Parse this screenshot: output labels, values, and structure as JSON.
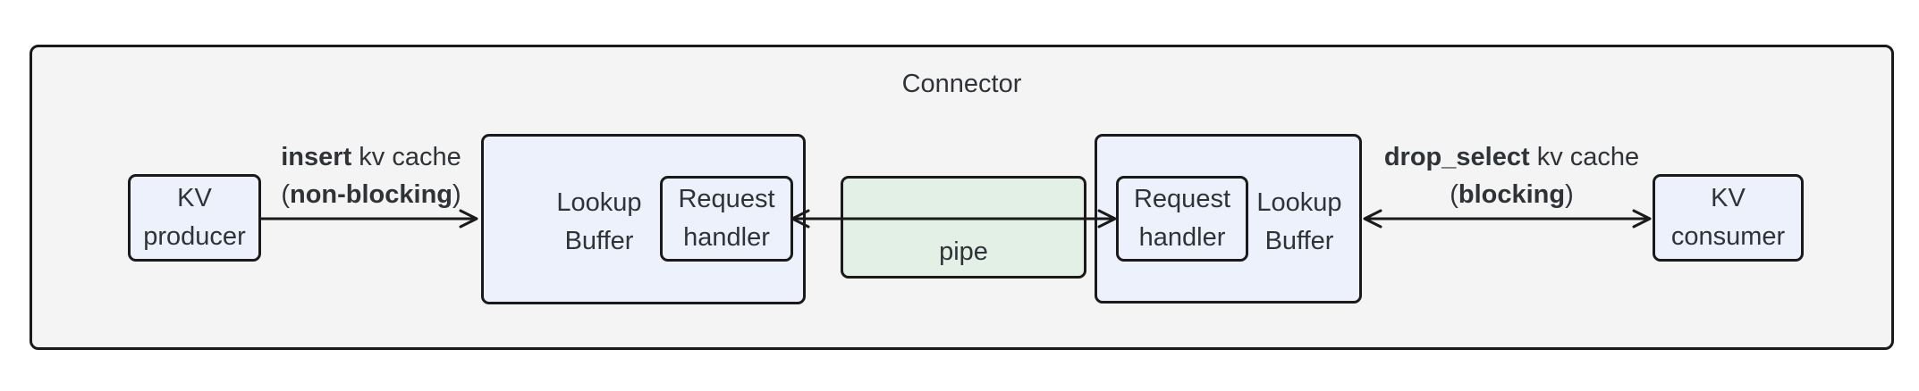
{
  "title": "Connector",
  "nodes": {
    "kv_producer": {
      "line1": "KV",
      "line2": "producer"
    },
    "lookup_buffer_left": {
      "line1": "Lookup",
      "line2": "Buffer"
    },
    "request_handler_left": {
      "line1": "Request",
      "line2": "handler"
    },
    "pipe": {
      "label": "pipe"
    },
    "request_handler_right": {
      "line1": "Request",
      "line2": "handler"
    },
    "lookup_buffer_right": {
      "line1": "Lookup",
      "line2": "Buffer"
    },
    "kv_consumer": {
      "line1": "KV",
      "line2": "consumer"
    }
  },
  "edges": {
    "insert": {
      "bold1": "insert",
      "rest1": " kv cache",
      "open2": "(",
      "bold2": "non-blocking",
      "close2": ")",
      "direction": "right"
    },
    "pipe_link": {
      "direction": "both"
    },
    "drop_select": {
      "bold1": "drop_select",
      "rest1": " kv cache",
      "open2": "(",
      "bold2": "blocking",
      "close2": ")",
      "direction": "both"
    }
  },
  "colors": {
    "container_fill": "#f4f4f4",
    "node_fill": "#edf1fb",
    "pipe_fill": "#e3f0e5",
    "border": "#1a1a1a",
    "text": "#2f3337"
  }
}
